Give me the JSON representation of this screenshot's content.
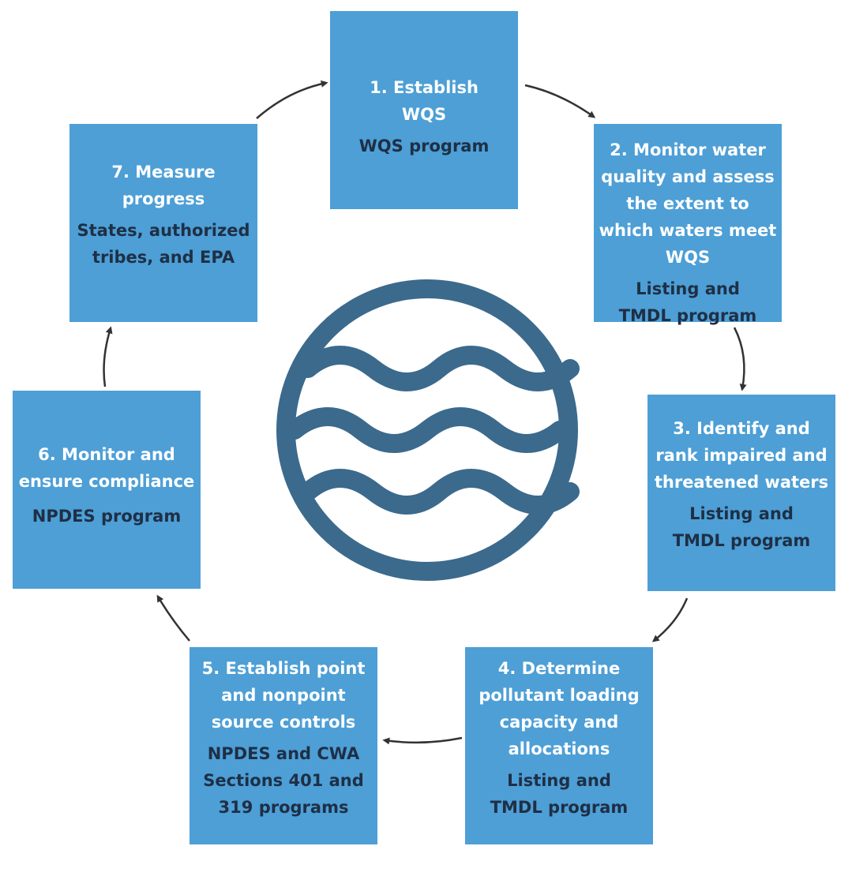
{
  "steps": [
    {
      "title": "1. Establish WQS",
      "program": "WQS program"
    },
    {
      "title": "2. Monitor water quality and assess the extent to which waters meet WQS",
      "program": "Listing and TMDL program"
    },
    {
      "title": "3. Identify and rank impaired and threatened waters",
      "program": "Listing and TMDL program"
    },
    {
      "title": "4. Determine pollutant loading capacity and allocations",
      "program": "Listing and TMDL program"
    },
    {
      "title": "5. Establish point and nonpoint source controls",
      "program": "NPDES and CWA Sections 401 and 319 programs"
    },
    {
      "title": "6. Monitor and ensure compliance",
      "program": "NPDES program"
    },
    {
      "title": "7. Measure progress",
      "program": "States, authorized tribes, and EPA"
    }
  ],
  "colors": {
    "box": "#4d9fd6",
    "title_text": "#ffffff",
    "program_text": "#1f2f45",
    "water_icon": "#3b6a8d",
    "arrow": "#333333"
  },
  "center_icon": "water-waves-icon",
  "connector_icon": "curved-arrow-icon"
}
